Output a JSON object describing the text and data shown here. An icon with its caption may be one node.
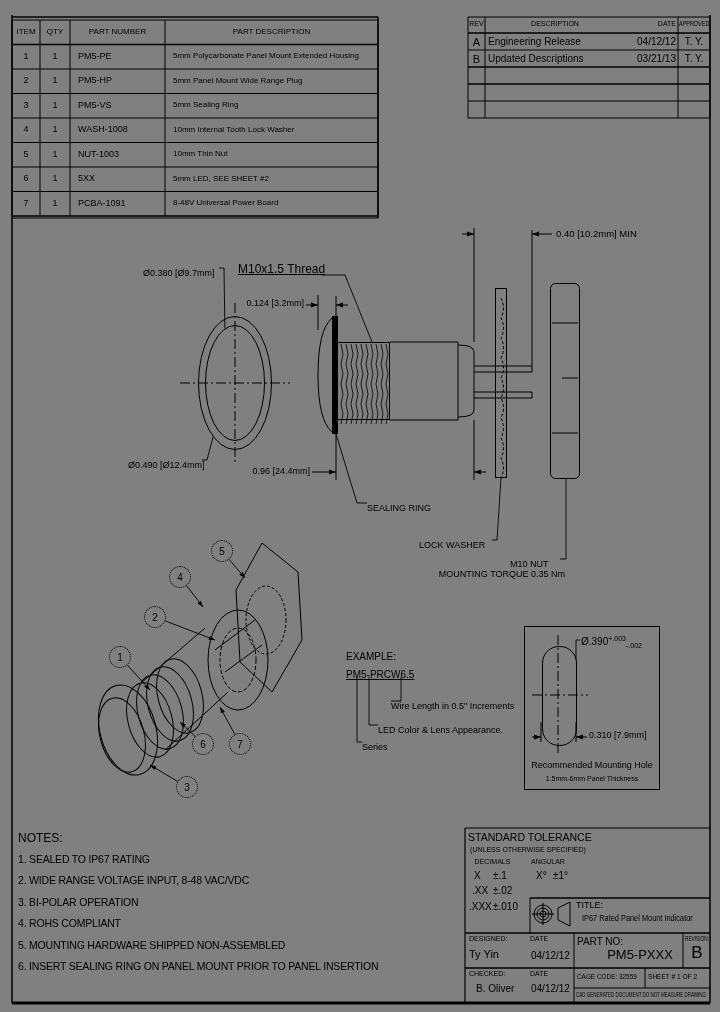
{
  "diagram": {
    "nodes": [
      {
        "text": [
          "Ø0.380 [Ø9.7mm]"
        ]
      },
      {
        "text": [
          "Ø0.490 [Ø12.4mm]"
        ]
      },
      {
        "text": [],
        "shape": "circle"
      },
      {
        "text": [],
        "shape": "circle",
        "in": 2
      },
      {
        "text": [
          "M10x1.5 Thread"
        ]
      },
      {
        "text": [],
        "shape": "box"
      },
      {
        "text": [
          "SEALING RING"
        ]
      },
      {
        "text": [],
        "shape": "bar"
      },
      {
        "text": [
          "LOCK WASHER"
        ]
      },
      {
        "text": [],
        "shape": "bar"
      },
      {
        "text": [
          "M10 NUT"
        ],
        "beside": [
          "MOUNTING TORQUE 0.35 Nm"
        ]
      },
      {
        "text": [],
        "shape": "box"
      },
      {
        "text": [
          "1"
        ]
      },
      {
        "text": [
          "2"
        ]
      },
      {
        "text": [
          "3"
        ]
      },
      {
        "text": [
          "4"
        ]
      },
      {
        "text": [
          "5"
        ]
      },
      {
        "text": [
          "6"
        ]
      },
      {
        "text": [
          "7"
        ]
      },
      {
        "text": [
          "PM5-PRCW6.5"
        ]
      },
      {
        "text": [
          "Wire Length in 0.5\" Increments"
        ]
      },
      {
        "text": [
          "LED Color & Lens Appearance."
        ]
      },
      {
        "text": [
          "Series"
        ]
      },
      {
        "text": [
          "Recommended Mounting Hole",
          "1.5mm-6mm Panel Thickness"
        ]
      },
      {
        "text": [],
        "shape": "box",
        "in": 23
      },
      {
        "text": [
          "Ø.390$^{+.003}$$_{-.002}$"
        ],
        "in": 23
      }
    ],
    "edges": [
      {
        "from": 0,
        "to": 3,
        "arrow": "none"
      },
      {
        "from": 1,
        "to": 2,
        "arrow": "none"
      },
      {
        "from": 4,
        "to": 5,
        "arrow": "none"
      },
      {
        "from": 6,
        "to": 7,
        "arrow": "none"
      },
      {
        "from": 8,
        "to": 9,
        "arrow": "none"
      },
      {
        "from": 10,
        "to": 11,
        "arrow": "none"
      },
      {
        "from": 12,
        "to": null,
        "arrow": "to"
      },
      {
        "from": 13,
        "to": null,
        "arrow": "to"
      },
      {
        "from": 14,
        "to": null,
        "arrow": "to"
      },
      {
        "from": 15,
        "to": null,
        "arrow": "to"
      },
      {
        "from": 16,
        "to": null,
        "arrow": "to"
      },
      {
        "from": 17,
        "to": null,
        "arrow": "to"
      },
      {
        "from": 18,
        "to": null,
        "arrow": "to"
      },
      {
        "from": 19,
        "to": 20,
        "arrow": "none"
      },
      {
        "from": 19,
        "to": 21,
        "arrow": "none"
      },
      {
        "from": 19,
        "to": 22,
        "arrow": "none"
      },
      {
        "from": 25,
        "to": 24,
        "arrow": "none"
      }
    ],
    "labels": [
      "ITEM",
      "QTY",
      "PART NUMBER",
      "PART DESCRIPTION",
      "1",
      "1",
      "PM5-PE",
      "5mm Polycarbonate Panel Mount Extended Housing",
      "2",
      "1",
      "PM5-HP",
      "5mm Panel Mount Wide Range Plug",
      "3",
      "1",
      "PM5-VS",
      "5mm Sealing Ring",
      "4",
      "1",
      "WASH-1008",
      "10mm Internal Tooth Lock Washer",
      "5",
      "1",
      "NUT-1003",
      "10mm Thin Nut",
      "6",
      "1",
      "5XX",
      "5mm LED, SEE SHEET #2",
      "7",
      "1",
      "PCBA-1091",
      "8-48V Universal Power Board",
      "REV",
      "DESCRIPTION",
      "DATE",
      "APPROVED",
      "A",
      "Engineering Release",
      "04/12/12",
      "T. Y.",
      "B",
      "Updated Descriptions",
      "03/21/13",
      "T. Y.",
      "0.124 [3.2mm]",
      "0.96 [24.4mm]",
      "0.40 [10.2mm]  MIN",
      "EXAMPLE:",
      "0.310 [7.9mm]",
      "NOTES:",
      "1. SEALED TO IP67 RATING",
      "2. WIDE RANGE VOLTAGE INPUT, 8-48 VAC/VDC",
      "3. BI-POLAR OPERATION",
      "4. ROHS COMPLIANT",
      "5. MOUNTING HARDWARE SHIPPED NON-ASSEMBLED",
      "6. INSERT SEALING RING ON PANEL MOUNT PRIOR TO PANEL INSERTION",
      "STANDARD TOLERANCE",
      "(UNLESS OTHERWISE SPECIFIED)",
      "DECIMALS",
      "ANGULAR",
      "X",
      "±.1",
      "X°",
      "±1°",
      ".XX",
      "±.02",
      ".XXX",
      "±.010",
      "TITLE:",
      "IP67 Rated Panel Mount Indicator",
      "DESIGNED:",
      "DATE",
      "PART NO:",
      "REVISION:",
      "Ty Yin",
      "04/12/12",
      "PM5-PXXX",
      "B",
      "CHECKED:",
      "DATE",
      "CAGE CODE: 32559",
      "SHEET # 1 OF 2",
      "B. Oliver",
      "04/12/12",
      "CAD GENERATED DOCUMENT DO NOT MEASURE DRAWING"
    ]
  }
}
